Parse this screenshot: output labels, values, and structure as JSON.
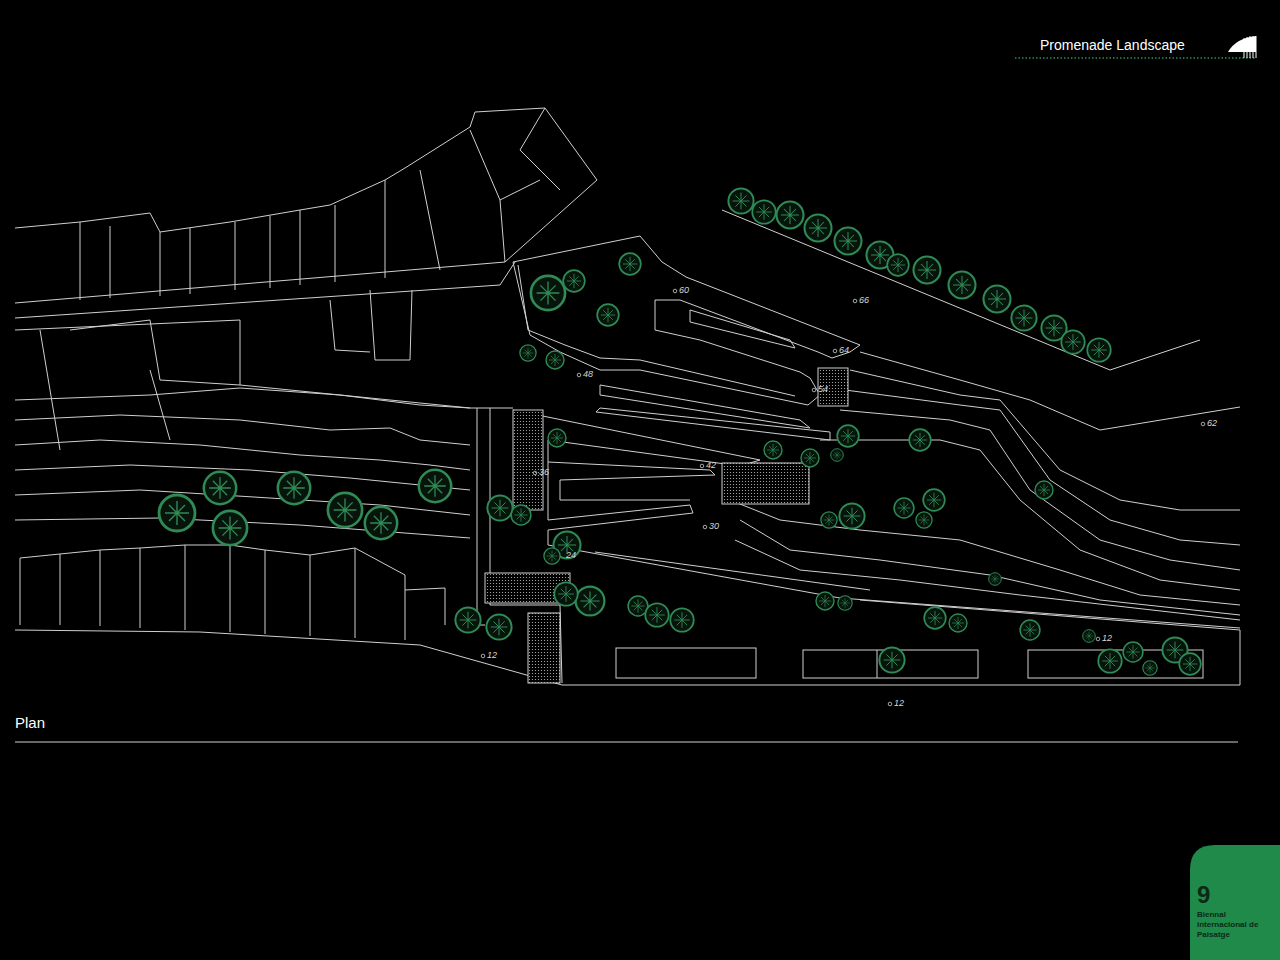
{
  "diagram": {
    "title": "Promenade Landscape",
    "caption": "Plan",
    "labels": [
      "60",
      "66",
      "64",
      "48",
      "54",
      "62",
      "42",
      "36",
      "30",
      "24",
      "12",
      "12",
      "12",
      "9",
      "Biennal",
      "internacional de",
      "Paisatge"
    ]
  }
}
